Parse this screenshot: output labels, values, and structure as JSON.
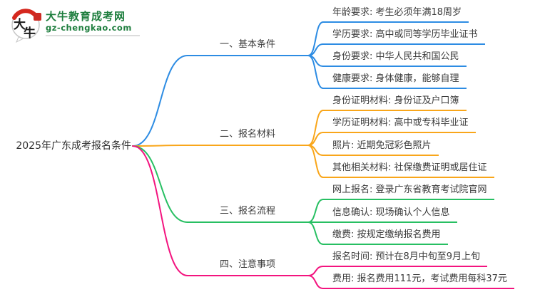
{
  "logo": {
    "site_name": "大牛教育成考网",
    "site_domain": "gz-chengkao.com",
    "icon_char_1": "大",
    "icon_char_2": "牛",
    "brand_green": "#1e7e3e",
    "brand_red": "#d5281e"
  },
  "root": {
    "label": "2025年广东成考报名条件"
  },
  "branches": [
    {
      "label": "一、基本条件",
      "color": "#2d8ce3",
      "children": [
        "年龄要求: 考生必须年满18周岁",
        "学历要求: 高中或同等学历毕业证书",
        "身份要求: 中华人民共和国公民",
        "健康要求: 身体健康，能够自理"
      ]
    },
    {
      "label": "二、报名材料",
      "color": "#f9a61a",
      "children": [
        "身份证明材料: 身份证及户口簿",
        "学历证明材料: 高中或专科毕业证",
        "照片: 近期免冠彩色照片",
        "其他相关材料: 社保缴费证明或居住证"
      ]
    },
    {
      "label": "三、报名流程",
      "color": "#27bf62",
      "children": [
        "网上报名: 登录广东省教育考试院官网",
        "信息确认: 现场确认个人信息",
        "缴费: 按规定缴纳报名费用"
      ]
    },
    {
      "label": "四、注意事项",
      "color": "#f3147f",
      "children": [
        "报名时间: 预计在8月中旬至9月上旬",
        "费用: 报名费用111元，考试费用每科37元"
      ]
    }
  ]
}
